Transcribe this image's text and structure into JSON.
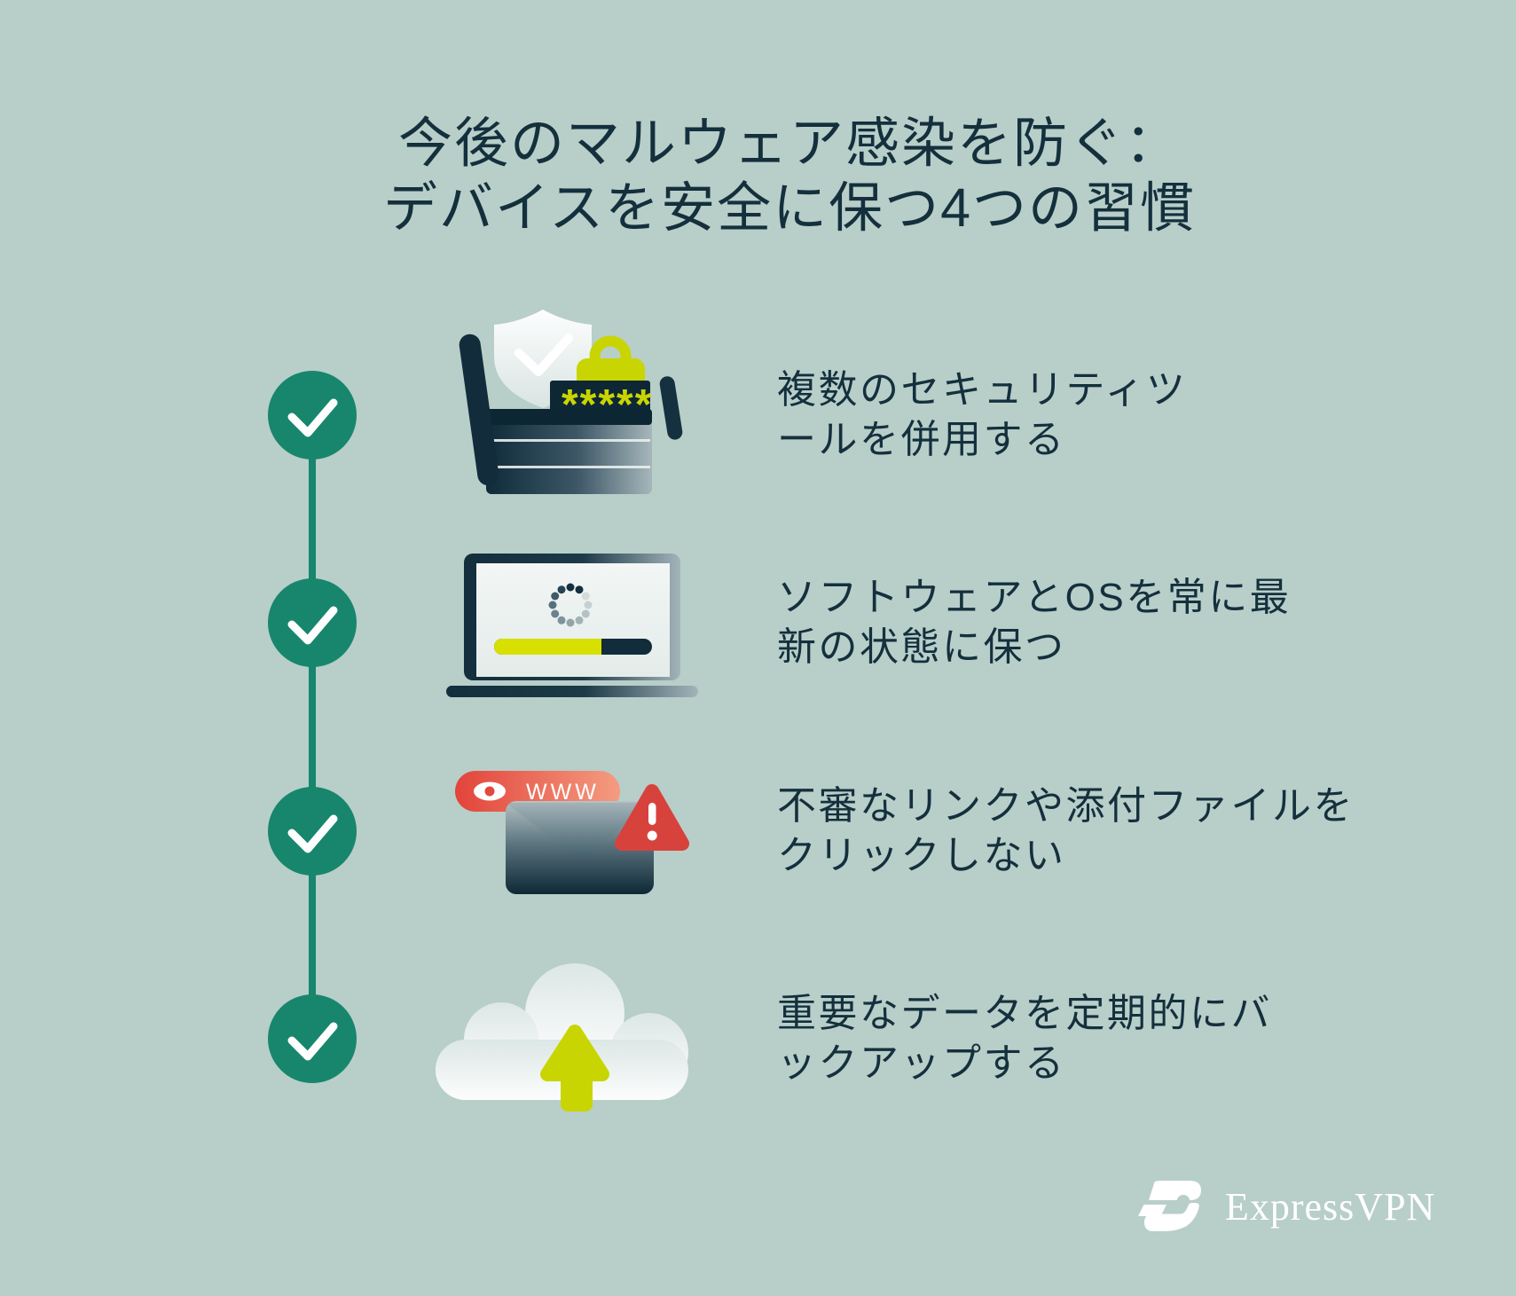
{
  "title": {
    "text": "今後のマルウェア感染を防ぐ：\nデバイスを安全に保つ4つの習慣"
  },
  "items": [
    {
      "id": 1,
      "label": "複数のセキュリティツ\nールを併用する",
      "icon": "security-toolbox"
    },
    {
      "id": 2,
      "label": "ソフトウェアとOSを常に最\n新の状態に保つ",
      "icon": "software-update-laptop"
    },
    {
      "id": 3,
      "label": "不審なリンクや添付ファイルを\nクリックしない",
      "icon": "suspicious-email-warning"
    },
    {
      "id": 4,
      "label": "重要なデータを定期的にバ\nックアップする",
      "icon": "cloud-backup-upload"
    }
  ],
  "icon_text": {
    "password_mask": "*****",
    "url_label": "WWW"
  },
  "brand": {
    "name": "ExpressVPN"
  },
  "colors": {
    "background": "#b8cec9",
    "text": "#14303d",
    "accent_green": "#17866c",
    "chartreuse": "#c9d502",
    "progress_yellow": "#d7e000",
    "alert_red": "#d7423d",
    "pill_red_gradient_start": "#e2443a",
    "pill_red_gradient_end": "#f49c81",
    "navy": "#132e3d",
    "white": "#ffffff"
  }
}
